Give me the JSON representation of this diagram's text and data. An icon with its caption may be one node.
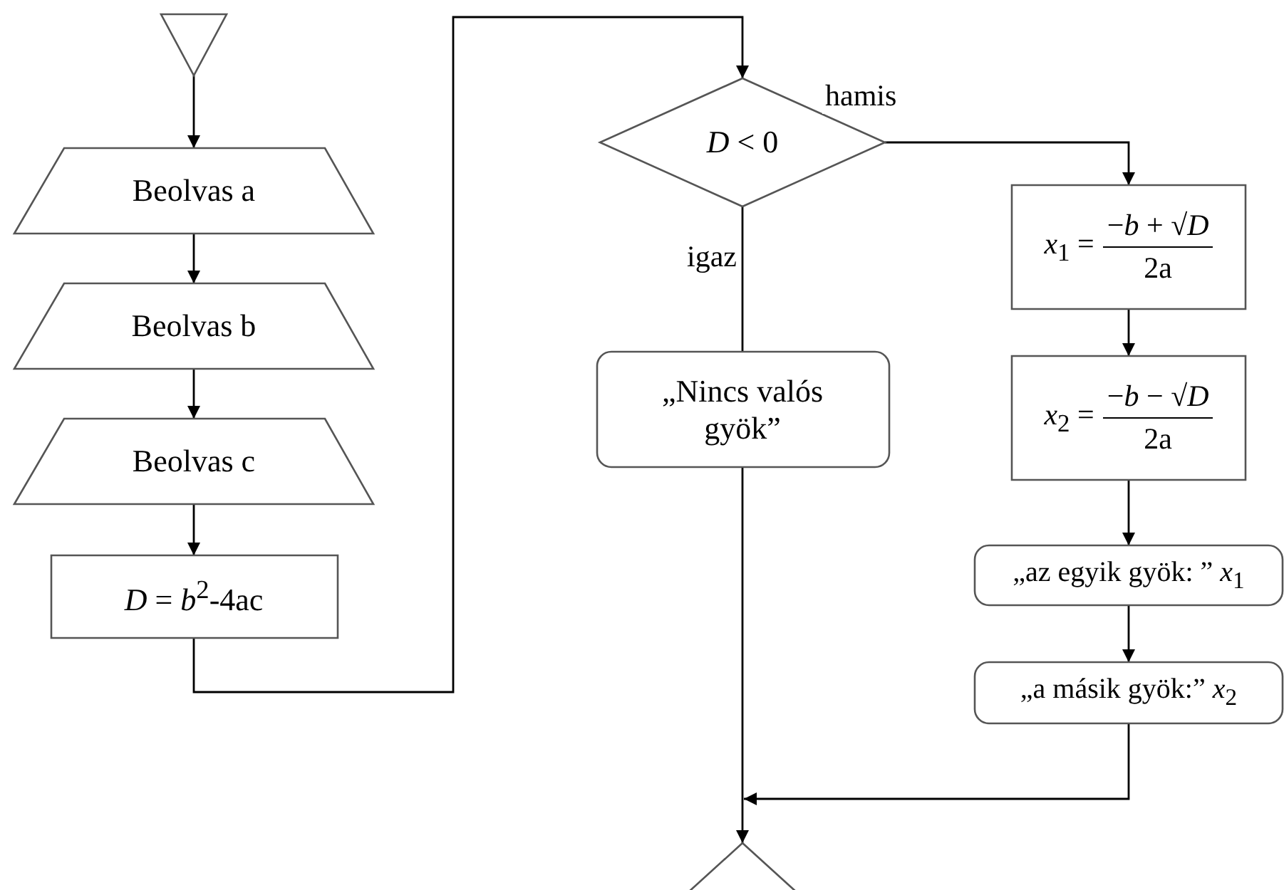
{
  "diagram": {
    "nodes": [
      {
        "text": [],
        "shape": "triangle"
      },
      {
        "text": [
          "Beolvas a"
        ]
      },
      {
        "text": [
          "Beolvas b"
        ]
      },
      {
        "text": [
          "Beolvas c"
        ]
      },
      {
        "text": [
          "*D* = *b*$^{2}$-4ac"
        ]
      },
      {
        "text": [
          "*D* < 0"
        ]
      },
      {
        "text": [
          "„Nincs valós gyök”"
        ]
      },
      {
        "text": [
          "*x*$_{1}$ =",
          "−*b* + √*D*",
          "2a"
        ]
      },
      {
        "text": [
          "*x*$_{2}$ =",
          "−*b* − √*D*",
          "2a"
        ]
      },
      {
        "text": [
          "„az egyik gyök: ” *x*$_{1}$"
        ]
      },
      {
        "text": [
          "„a másik gyök:” *x*$_{2}$"
        ]
      },
      {
        "text": [],
        "shape": "triangle"
      }
    ],
    "edges": [
      {
        "from": 0,
        "to": 1,
        "arrow": "to"
      },
      {
        "from": 1,
        "to": 2,
        "arrow": "to"
      },
      {
        "from": 2,
        "to": 3,
        "arrow": "to"
      },
      {
        "from": 3,
        "to": 4,
        "arrow": "to"
      },
      {
        "from": 4,
        "to": 5,
        "arrow": "to"
      },
      {
        "from": 5,
        "to": 6,
        "label": "igaz",
        "arrow": "none"
      },
      {
        "from": 5,
        "to": 7,
        "label": "hamis",
        "arrow": "to"
      },
      {
        "from": 7,
        "to": 8,
        "arrow": "to"
      },
      {
        "from": 8,
        "to": 9,
        "arrow": "to"
      },
      {
        "from": 9,
        "to": 10,
        "arrow": "to"
      },
      {
        "from": 6,
        "to": 11,
        "arrow": "to"
      },
      {
        "from": 10,
        "to": 11,
        "arrow": "to"
      }
    ]
  }
}
